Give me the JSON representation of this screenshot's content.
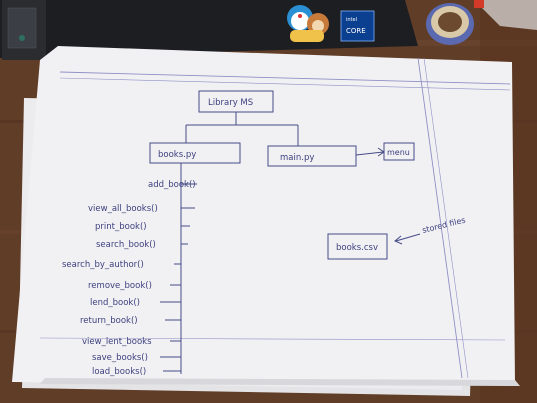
{
  "sketch": {
    "root": "Library MS",
    "books_module": "books.py",
    "main_module": "main.py",
    "menu": "menu",
    "functions": [
      "add_book()",
      "view_all_books()",
      "print_book()",
      "search_book()",
      "search_by_author()",
      "remove_book()",
      "lend_book()",
      "return_book()",
      "view_lent_books",
      "save_books()",
      "load_books()"
    ],
    "data_file": "books.csv",
    "stored_files_note": "stored files"
  },
  "laptop_badge": {
    "brand": "intel",
    "product": "CORE"
  }
}
